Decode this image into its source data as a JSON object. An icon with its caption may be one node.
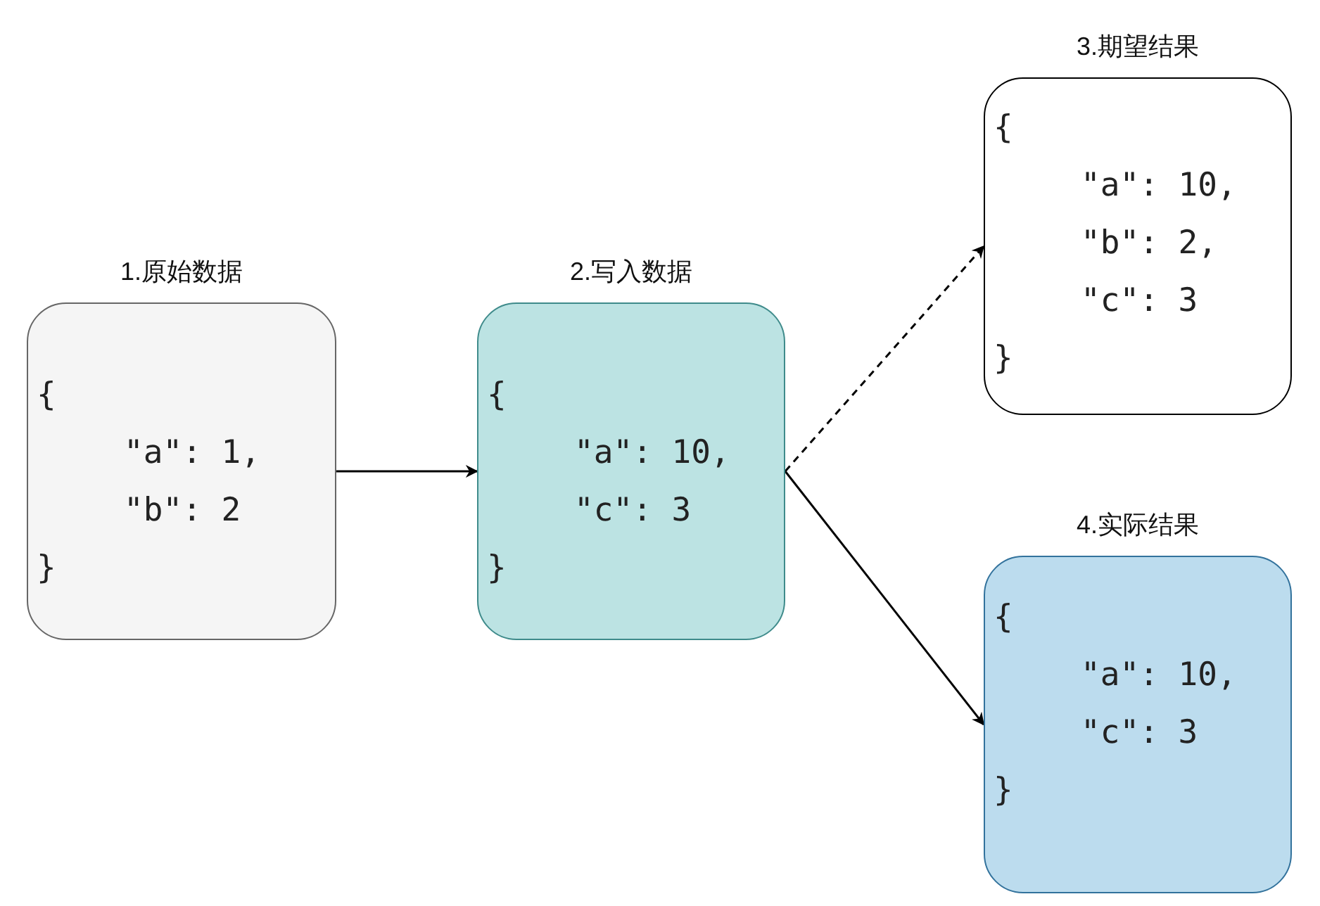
{
  "diagram": {
    "nodes": [
      {
        "text": [
          "1.原始数据",
          "{",
          "\"a\": 1,",
          "\"b\": 2",
          "}"
        ]
      },
      {
        "text": [
          "2.写入数据",
          "{",
          "\"a\": 10,",
          "\"c\": 3",
          "}"
        ]
      },
      {
        "text": [
          "3.期望结果",
          "{",
          "\"a\": 10,",
          "\"b\": 2,",
          "\"c\": 3",
          "}"
        ]
      },
      {
        "text": [
          "4.实际结果",
          "{",
          "\"a\": 10,",
          "\"c\": 3",
          "}"
        ]
      }
    ],
    "edges": [
      {
        "from": 0,
        "to": 1,
        "arrow": "to"
      },
      {
        "from": 1,
        "to": 2,
        "arrow": "to",
        "style": "dashed"
      },
      {
        "from": 1,
        "to": 3,
        "arrow": "to"
      }
    ]
  }
}
